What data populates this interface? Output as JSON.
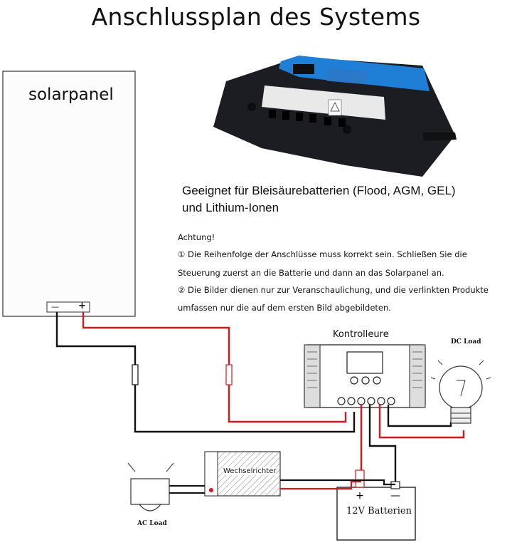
{
  "title": "Anschlussplan des Systems",
  "subtitle_line1": "Geeignet für Bleisäurebatterien (Flood, AGM, GEL)",
  "subtitle_line2": "und Lithium-Ionen",
  "notes": [
    "Achtung!",
    "① Die Reihenfolge der Anschlüsse muss korrekt sein. Schließen Sie die",
    "Steuerung zuerst an die Batterie und dann an das Solarpanel an.",
    "② Die Bilder dienen nur zur Veranschaulichung, und die verlinkten Produkte",
    "umfassen nur die auf dem ersten Bild abgebildeten."
  ],
  "labels": {
    "solar_panel": "solarpanel",
    "controller": "Kontrolleure",
    "dc_load": "DC Load",
    "ac_load": "AC Load",
    "inverter": "Wechselrichter",
    "battery": "12V  Batterien",
    "minus": "—",
    "plus": "+"
  },
  "colors": {
    "wire_positive": "#d9161c",
    "wire_negative": "#111111",
    "controller_accent": "#1f7fd6",
    "controller_body": "#1c1d22"
  }
}
